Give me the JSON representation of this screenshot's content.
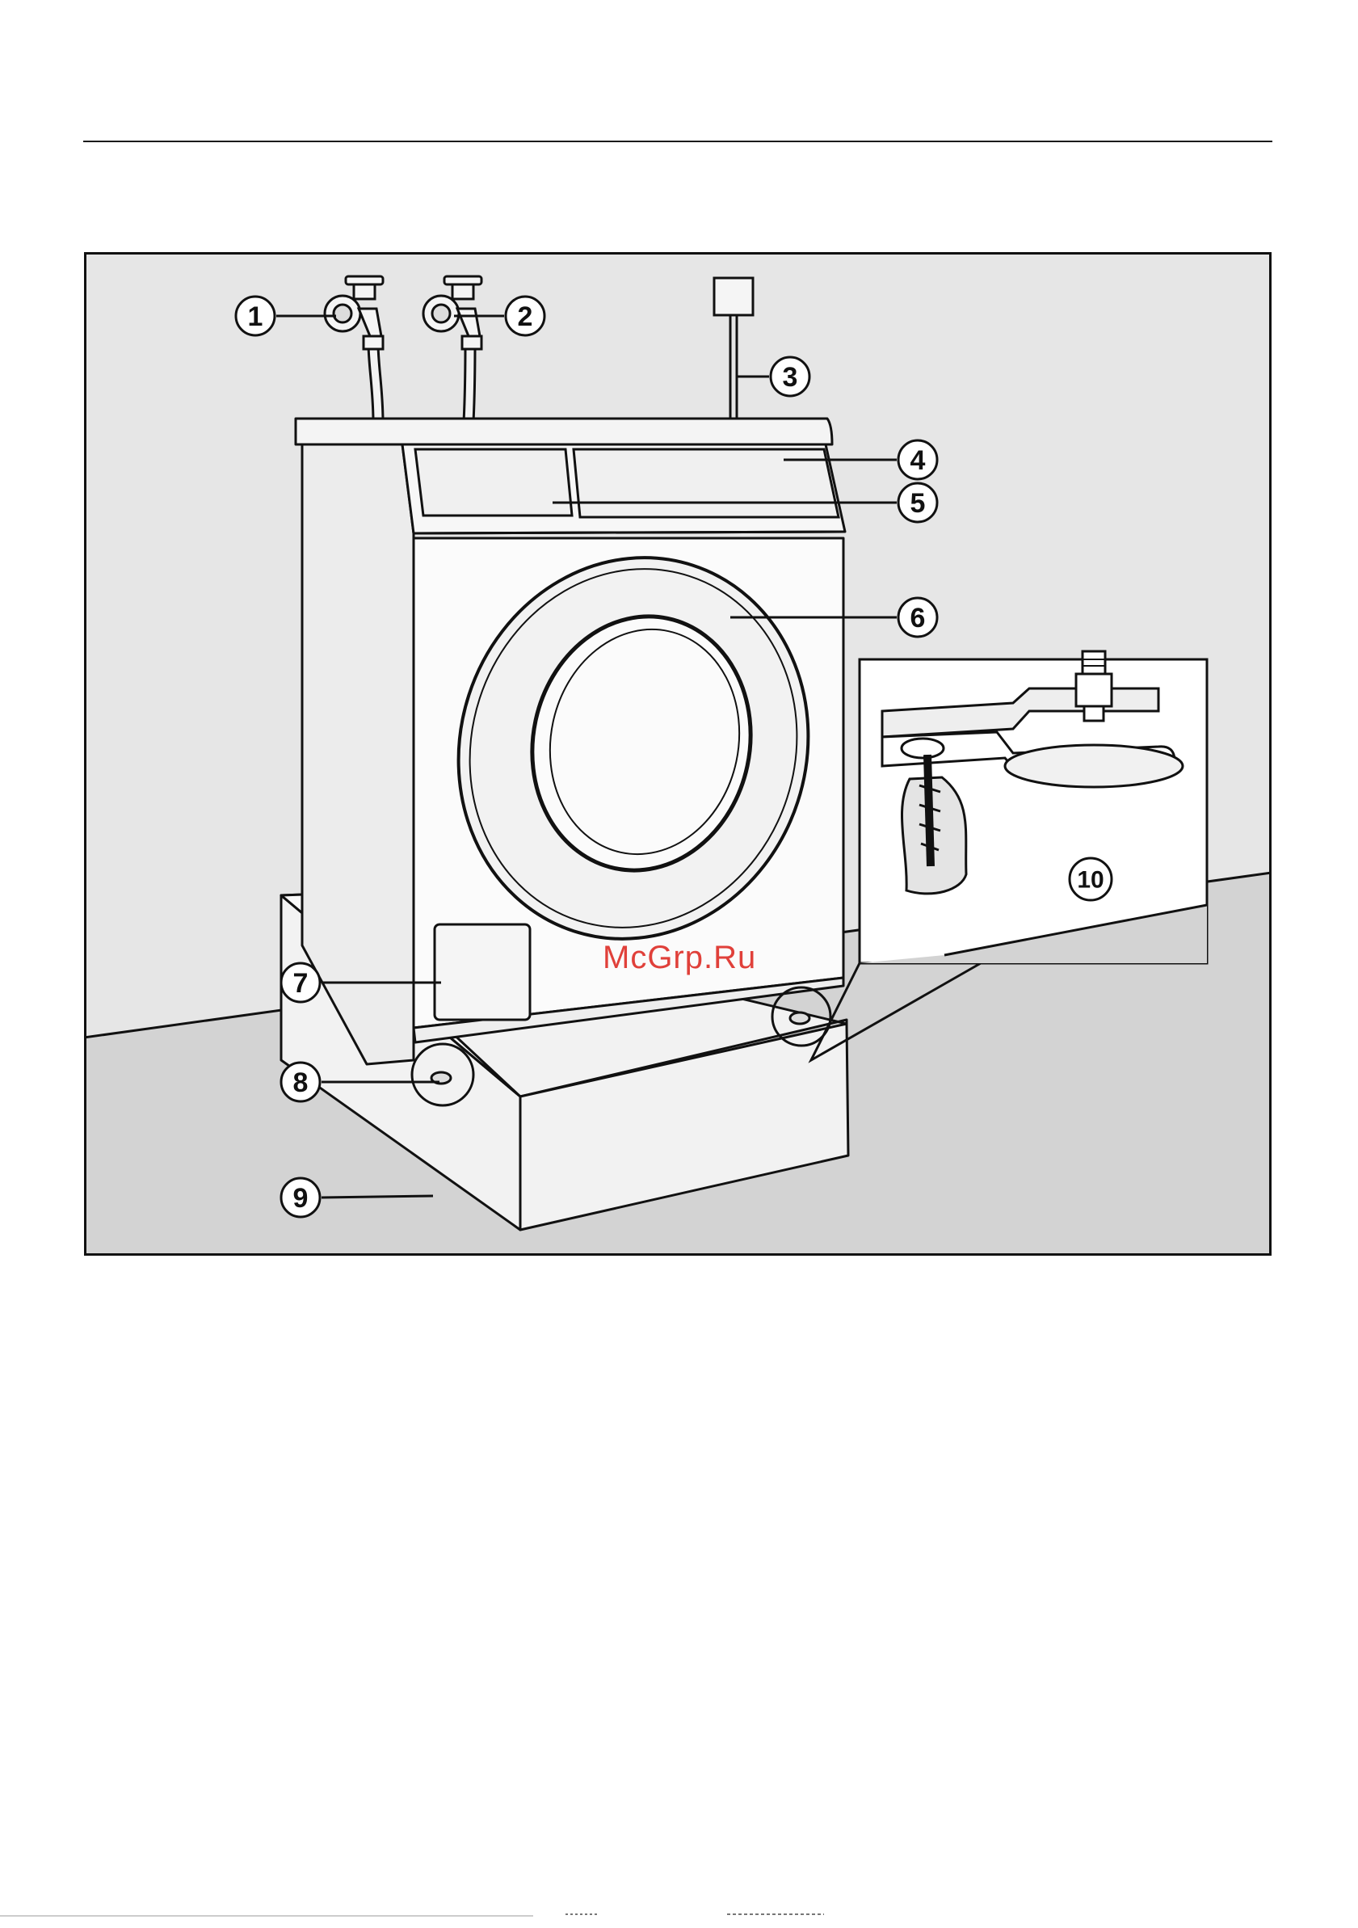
{
  "figure": {
    "callouts": [
      {
        "id": "1",
        "part": "cold water tap"
      },
      {
        "id": "2",
        "part": "hot water tap"
      },
      {
        "id": "3",
        "part": "electrical socket"
      },
      {
        "id": "4",
        "part": "control panel"
      },
      {
        "id": "5",
        "part": "detergent drawer"
      },
      {
        "id": "6",
        "part": "door"
      },
      {
        "id": "7",
        "part": "service panel"
      },
      {
        "id": "8",
        "part": "adjustable foot"
      },
      {
        "id": "9",
        "part": "plinth"
      },
      {
        "id": "10",
        "part": "securing clamp detail"
      }
    ],
    "watermark": "McGrp.Ru"
  }
}
